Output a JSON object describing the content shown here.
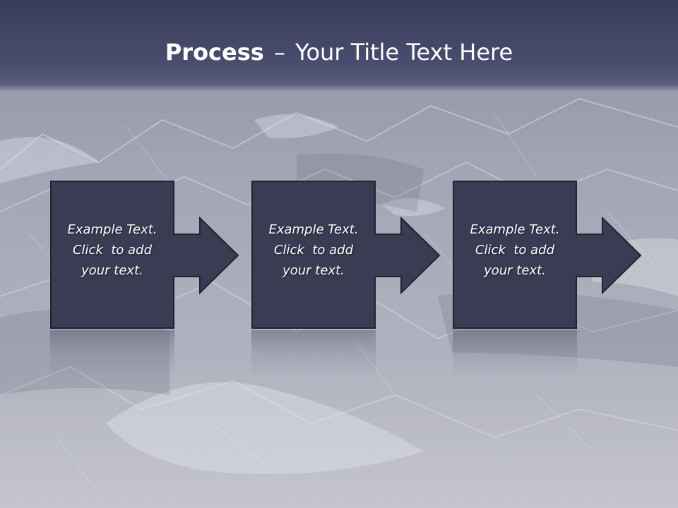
{
  "title": {
    "bold_part": "Process",
    "separator": "–",
    "rest": "Your Title Text Here"
  },
  "steps": [
    {
      "line1": "Example Text.",
      "line2": "Click  to add",
      "line3": "your text."
    },
    {
      "line1": "Example Text.",
      "line2": "Click  to add",
      "line3": "your text."
    },
    {
      "line1": "Example Text.",
      "line2": "Click  to add",
      "line3": "your text."
    }
  ],
  "colors": {
    "title_band": "#454968",
    "box_fill": "#3a3c54",
    "box_stroke": "#22232f",
    "background": "#a8abb8"
  },
  "background_image": "snowy mountain range aerial view"
}
